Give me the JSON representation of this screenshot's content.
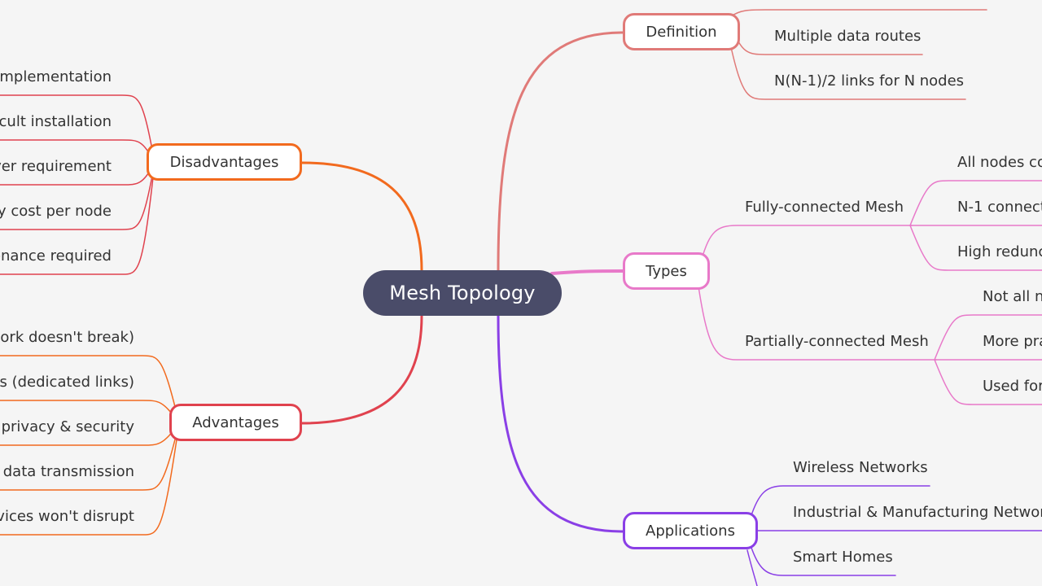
{
  "root": {
    "label": "Mesh Topology"
  },
  "colors": {
    "root": "#4a4c69",
    "definition": "#e07a78",
    "types": "#e879c9",
    "applications": "#8a3fe6",
    "disadvantages": "#f26a1e",
    "advantages": "#e0424e"
  },
  "definition": {
    "label": "Definition",
    "items": [
      "Multiple data routes",
      "N(N-1)/2 links for N nodes"
    ]
  },
  "types": {
    "label": "Types",
    "fully": {
      "label": "Fully-connected Mesh",
      "items": [
        "All nodes co",
        "N-1 connect",
        "High redunc"
      ]
    },
    "partially": {
      "label": "Partially-connected Mesh",
      "items": [
        "Not all n",
        "More pra",
        "Used for"
      ]
    }
  },
  "applications": {
    "label": "Applications",
    "items": [
      "Wireless Networks",
      "Industrial & Manufacturing Networ",
      "Smart Homes"
    ]
  },
  "disadvantages": {
    "label": "Disadvantages",
    "items": [
      "mplementation",
      "cult installation",
      "ver requirement",
      "y cost per node",
      "enance required"
    ]
  },
  "advantages": {
    "label": "Advantages",
    "items": [
      "ork doesn't break)",
      "s (dedicated links)",
      "privacy & security",
      "data transmission",
      "vices won't disrupt"
    ]
  }
}
